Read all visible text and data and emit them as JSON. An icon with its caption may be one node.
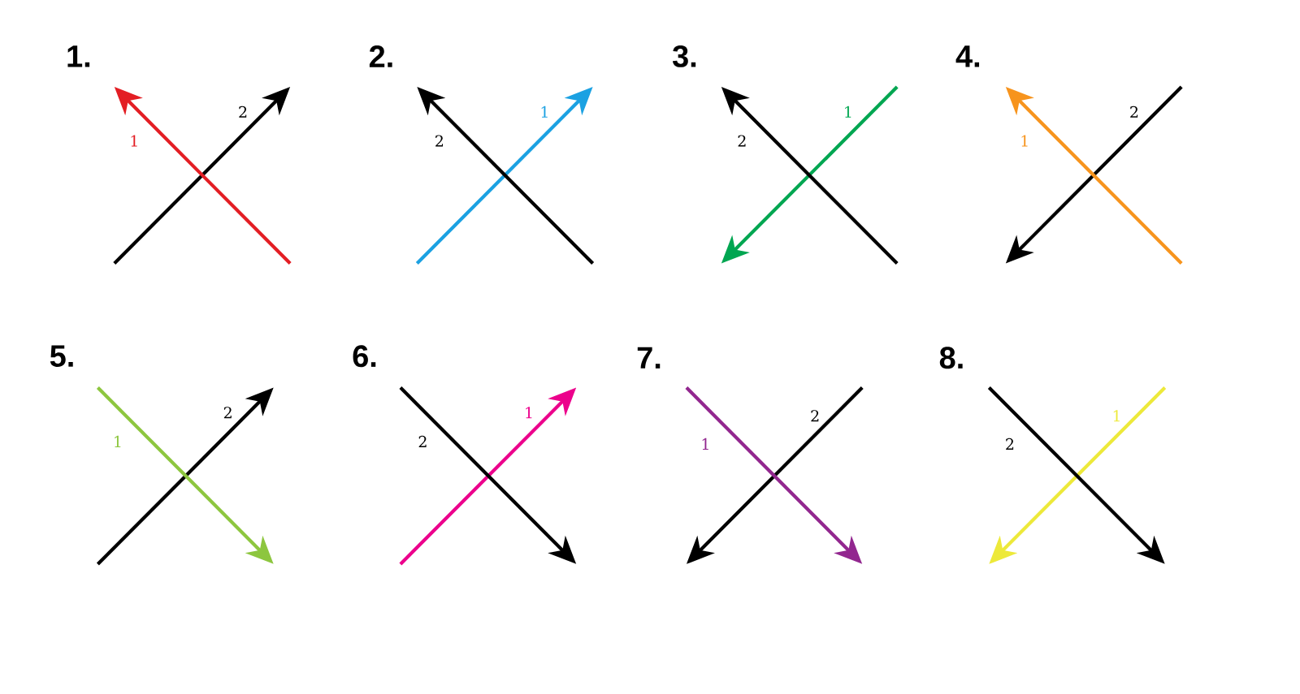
{
  "diagram": {
    "labels": [
      "1.",
      "2",
      "1",
      "2.",
      "1",
      "2",
      "3.",
      "1",
      "2",
      "4.",
      "2",
      "1",
      "5.",
      "2",
      "1",
      "6.",
      "1",
      "2",
      "7.",
      "2",
      "1",
      "8.",
      "1",
      "2"
    ]
  }
}
